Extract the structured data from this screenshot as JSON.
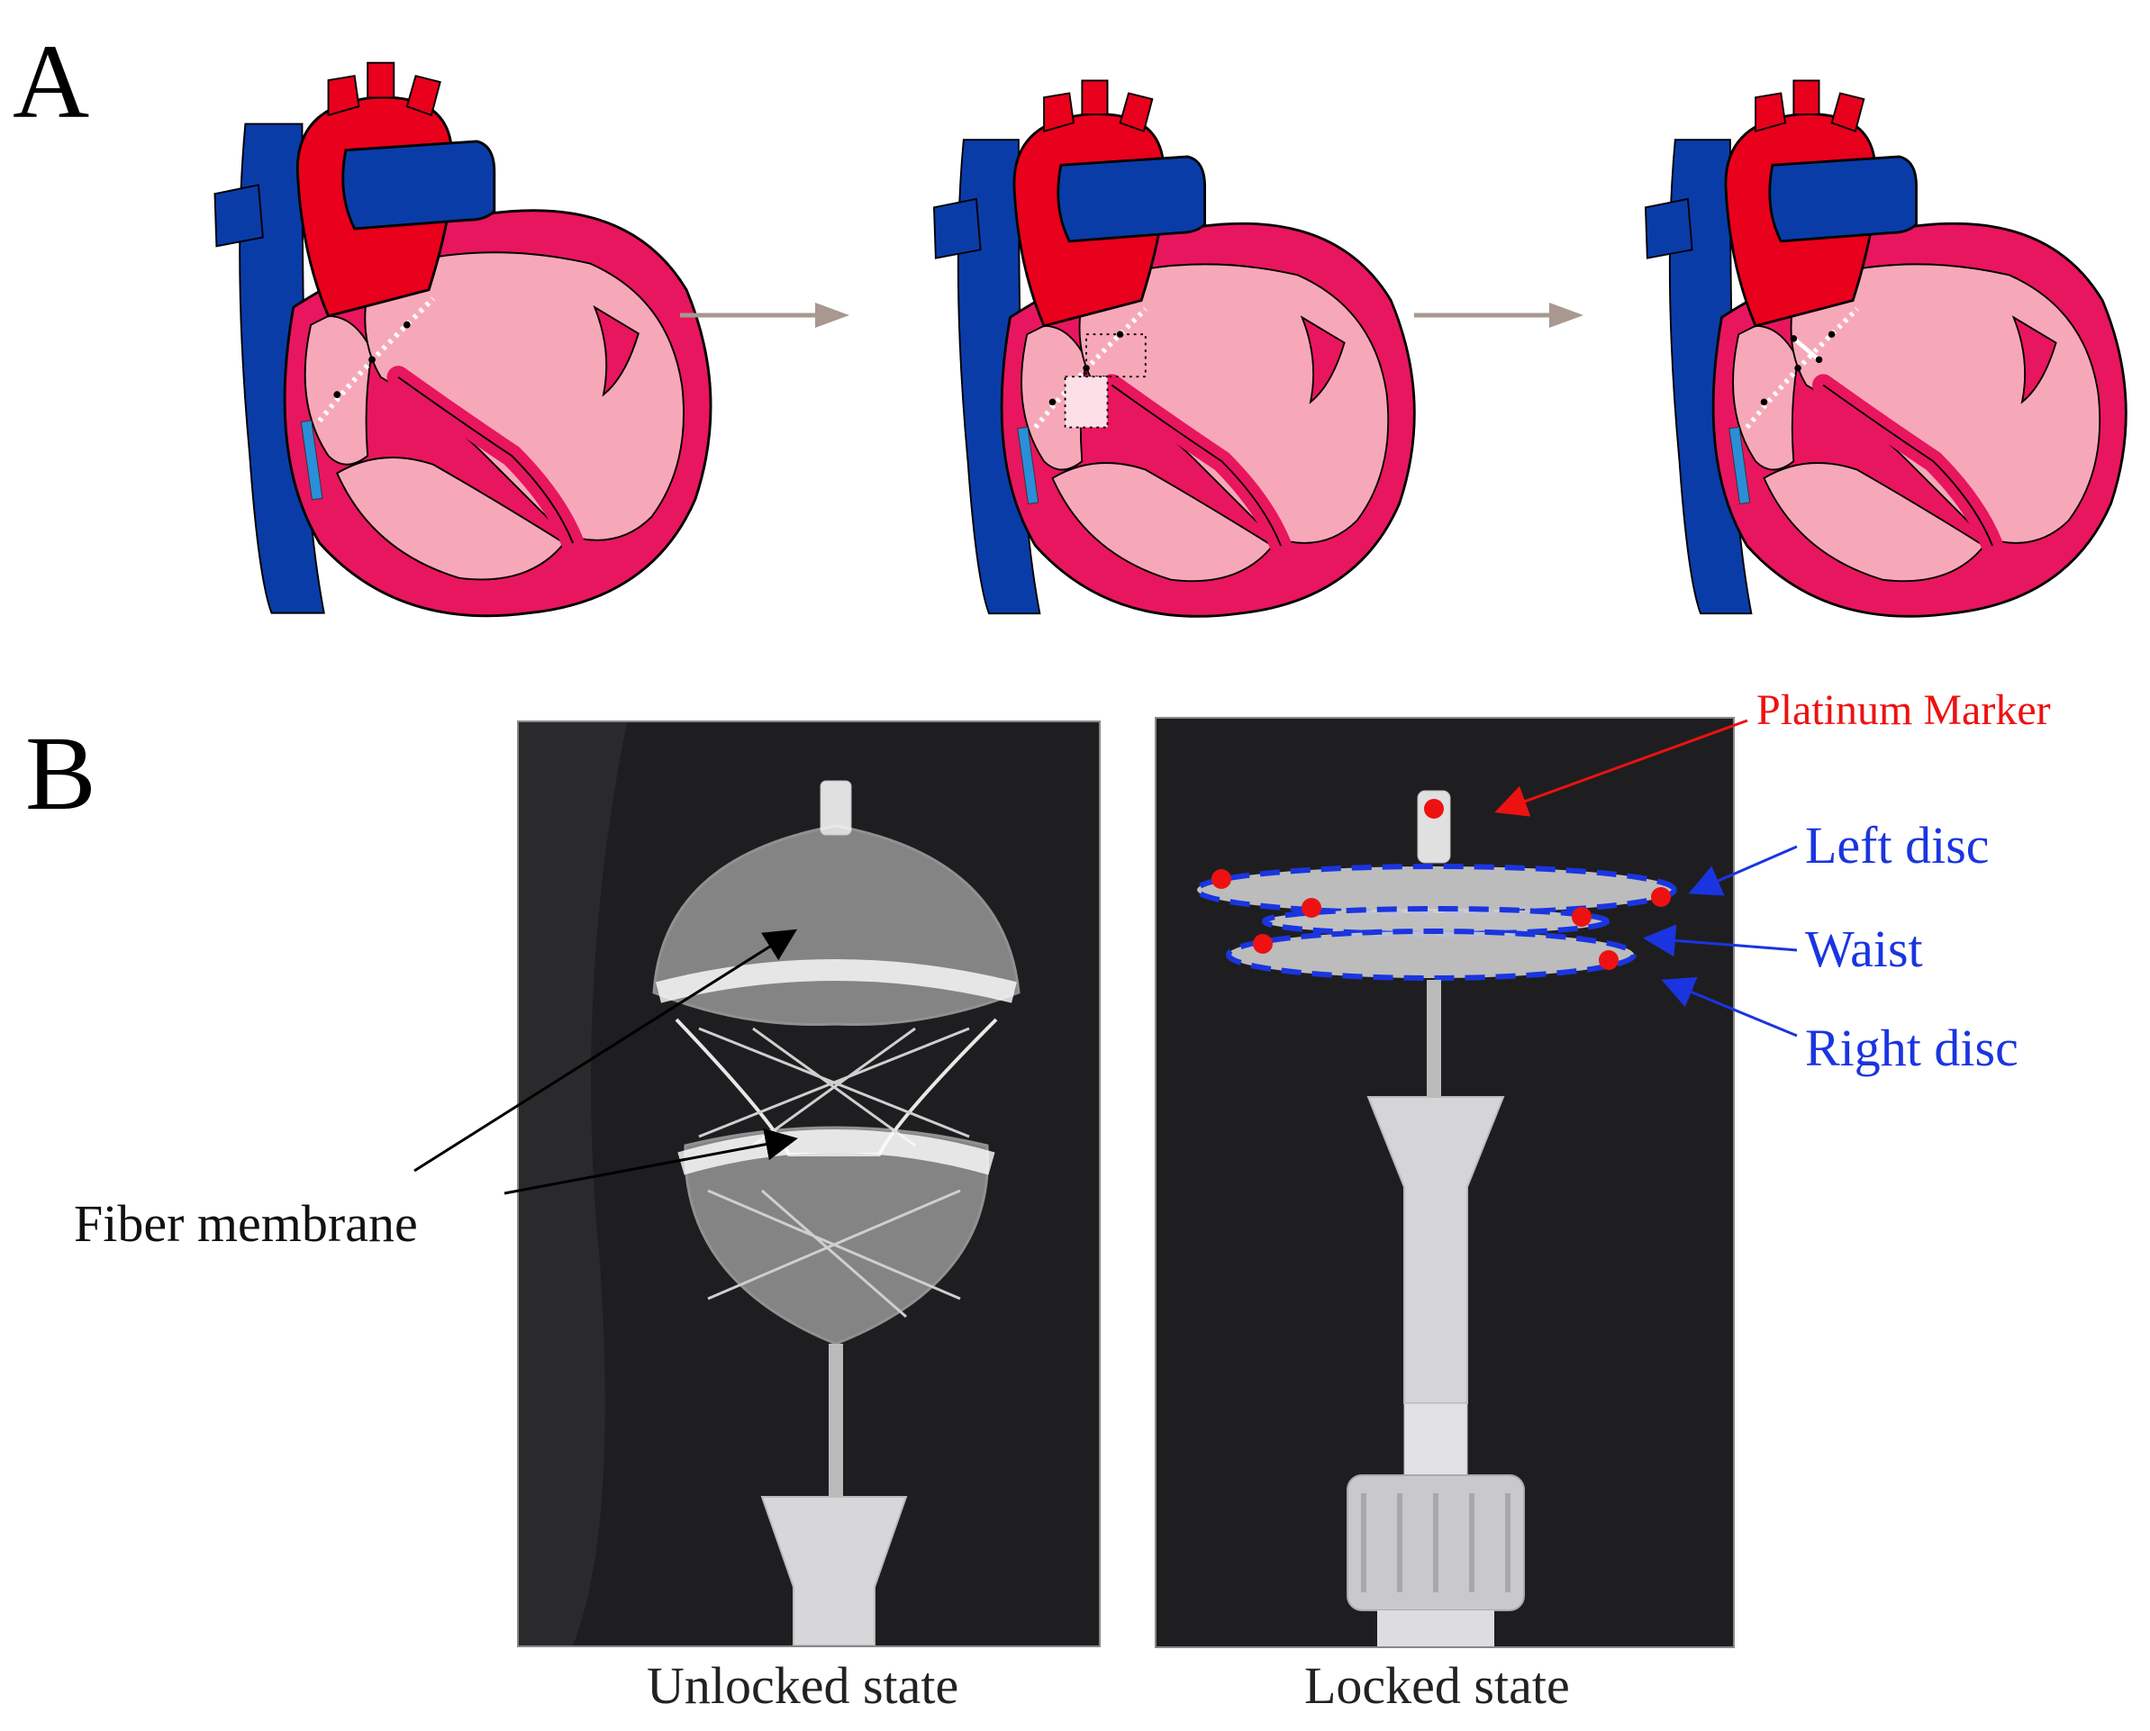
{
  "panels": {
    "a": {
      "letter": "A"
    },
    "b": {
      "letter": "B"
    }
  },
  "captions": {
    "unlocked": "Unlocked state",
    "locked": "Locked state"
  },
  "labels": {
    "fiber_membrane": "Fiber membrane",
    "platinum_marker": "Platinum Marker",
    "left_disc": "Left disc",
    "waist": "Waist",
    "right_disc": "Right disc"
  },
  "colors": {
    "aorta_red": "#e8001c",
    "vein_blue": "#0a3ca8",
    "myocardium": "#e8165e",
    "chamber_pink": "#f7a8b8",
    "arrow_gray": "#a89890",
    "marker_red": "#ee1111",
    "disc_outline_blue": "#1a35e0",
    "photo_background": "#1e1e20"
  }
}
